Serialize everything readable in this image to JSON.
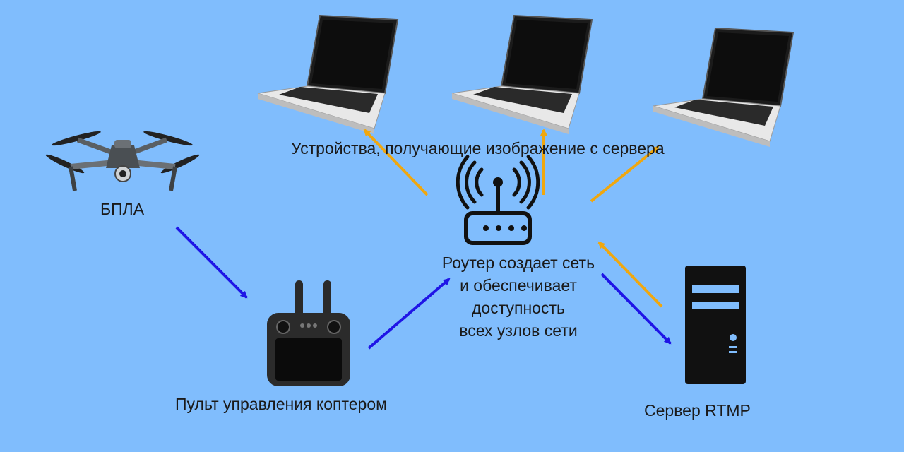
{
  "colors": {
    "background": "#80bdfd",
    "downlink_arrow": "#1f15e6",
    "uplink_arrow": "#f0a70e",
    "device": "#111111"
  },
  "labels": {
    "drone": "БПЛА",
    "remote": "Пульт управления коптером",
    "router": [
      "Роутер создает сеть",
      "и обеспечивает",
      "доступность",
      "всех узлов сети"
    ],
    "devices": "Устройства, получающие изображение с сервера",
    "server": "Сервер RTMP"
  },
  "icons": [
    "drone-icon",
    "remote-controller-icon",
    "router-icon",
    "server-tower-icon",
    "laptop-icon"
  ]
}
